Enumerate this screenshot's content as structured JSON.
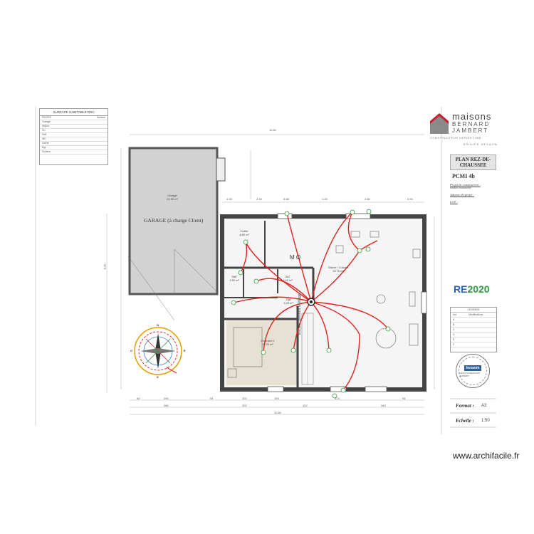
{
  "surface": {
    "title": "SURFACE HABITABLE RDC",
    "rows": [
      [
        "PIECES",
        "Surface"
      ],
      [
        "Garage",
        ""
      ],
      [
        "Séjour",
        ""
      ],
      [
        "Ch",
        ""
      ],
      [
        "SdE",
        ""
      ],
      [
        "WC",
        ""
      ],
      [
        "Cellier",
        ""
      ],
      [
        "Dgt",
        ""
      ],
      [
        "Surface",
        ""
      ]
    ]
  },
  "brand": {
    "line1": "maisons",
    "line2": "BERNARD",
    "line3": "JAMBERT",
    "tagline": "CONSTRUCTEUR DEPUIS 1968",
    "group": "GROUPE HEXAOM"
  },
  "cartouche": {
    "title": "PLAN REZ-DE-CHAUSSEE",
    "sheet": "PCMI 4b",
    "fields": [
      {
        "label": "Projet de construction :",
        "value": "Maison individuelle"
      },
      {
        "label": "Adresse du projet :",
        "value": ""
      },
      {
        "label": "LOT :",
        "value": ""
      }
    ],
    "format_label": "Format :",
    "format_value": "A3",
    "echelle_label": "Echelle :",
    "echelle_value": "1:50"
  },
  "re2020": {
    "re": "RE",
    "year": "2020"
  },
  "legend": {
    "title": "LEGENDE",
    "rows": [
      [
        "Ind",
        "Modifications"
      ],
      [
        "A",
        ""
      ],
      [
        "B",
        ""
      ],
      [
        "C",
        ""
      ],
      [
        "D",
        ""
      ],
      [
        "E",
        ""
      ],
      [
        "F",
        ""
      ]
    ]
  },
  "seal": {
    "brand": "hexaom",
    "text": "MAISONS BERNARD JAMBERT"
  },
  "rooms": {
    "garage": {
      "name": "Garage",
      "area": "21.50 m²"
    },
    "garage_label": "GARAGE (à charge Client)",
    "cellier": {
      "name": "Cellier",
      "area": "4.80 m²"
    },
    "sejour": {
      "name": "Séjour / Cuisine",
      "area": "35.70 m²"
    },
    "chambre": {
      "name": "Chambre 1",
      "area": "11.00 m²"
    },
    "sde": {
      "name": "SdE",
      "area": "3.50 m²"
    },
    "wc": {
      "name": "WC",
      "area": "1.60 m²"
    },
    "dgt": {
      "name": "Dgt",
      "area": "3.20 m²"
    },
    "mo": "M O",
    "stair": "Escalier donnant à l'étage"
  },
  "dims": {
    "top_total": "10.81",
    "top_row": [
      "1.03",
      "2.49",
      "0.88",
      "1.25",
      "2.80",
      "0.90"
    ],
    "bottom_row1": [
      "54",
      "290",
      "94",
      "201",
      "193",
      "313",
      "94"
    ],
    "bottom_row2": [
      "280",
      "202",
      "402",
      "340"
    ],
    "bottom_total": "10.81",
    "left_total": "8.32"
  },
  "compass": {
    "n": "N",
    "s": "S",
    "e": "E",
    "o": "O"
  },
  "watermark": "www.archifacile.fr",
  "colors": {
    "wall": "#444444",
    "wiring": "#e0221e",
    "switch": "#2f9a3c",
    "room_fill": "#f5f5f5",
    "garage_fill": "#d2d2d2",
    "chambre_fill": "#e6e1d3"
  }
}
